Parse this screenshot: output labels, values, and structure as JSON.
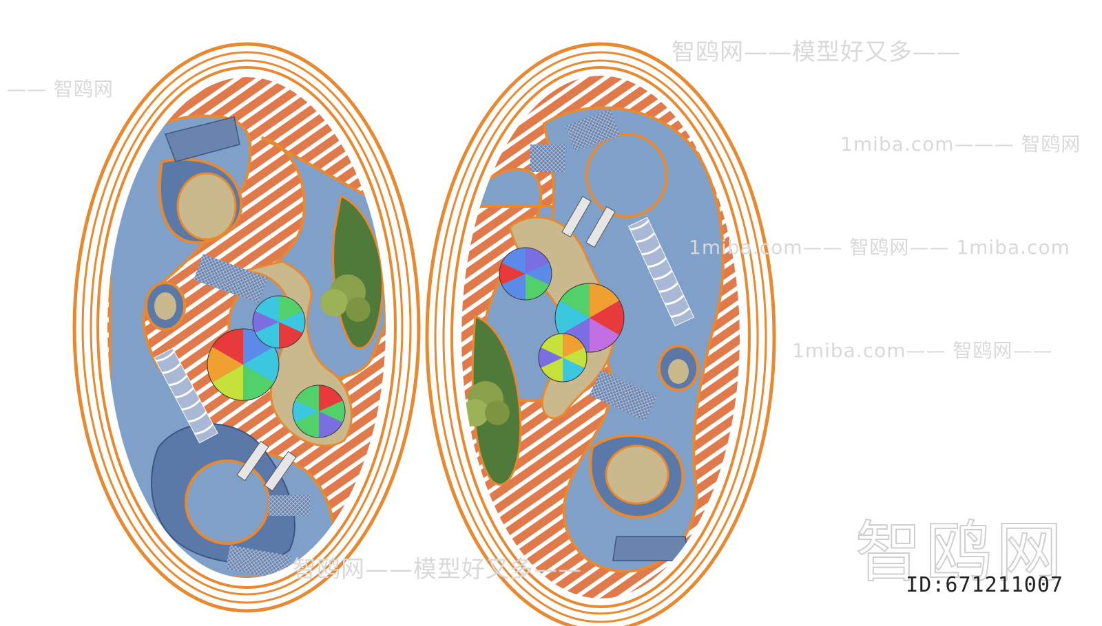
{
  "image": {
    "watermark_brand": "智鸥网",
    "watermark_slogan": "模型好又多",
    "watermark_site": "1miba.com",
    "id_text": "ID:671211007"
  },
  "colors": {
    "ring_orange": "#e8892f",
    "track_red": "#e07a4a",
    "water_blue": "#7fa0c8",
    "deep_blue": "#5b79a8",
    "sand": "#c9b98c",
    "grass": "#4f7a3a",
    "tree": "#8aa04a"
  },
  "icons": [
    "rainbow-umbrella-icon",
    "tree-icon",
    "net-bridge-icon",
    "spiral-tube-icon",
    "slide-icon"
  ]
}
